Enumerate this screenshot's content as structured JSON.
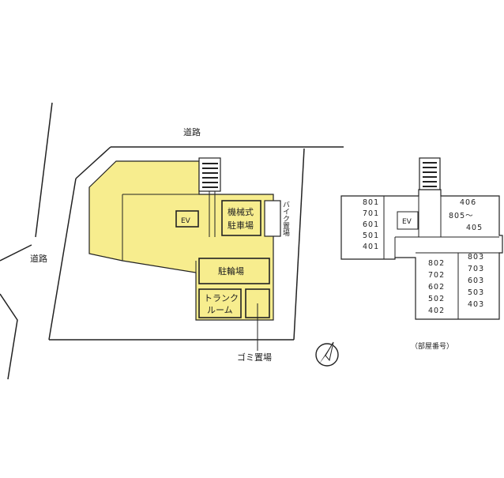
{
  "site": {
    "road_top": "道路",
    "road_left": "道路",
    "ev": "EV",
    "mechanical_parking": [
      "機械式",
      "駐車場"
    ],
    "bike_parking": "バイク置場",
    "bicycle_parking": "駐輪場",
    "trunk_room": [
      "トランク",
      "ルーム"
    ],
    "garbage": "ゴミ置場"
  },
  "floor": {
    "ev": "EV",
    "left_rooms": [
      "801",
      "701",
      "601",
      "501",
      "401"
    ],
    "top_right": [
      "406",
      "805〜",
      "405"
    ],
    "mid_rooms": [
      "802",
      "702",
      "602",
      "502",
      "402"
    ],
    "right_rooms": [
      "803",
      "703",
      "603",
      "503",
      "403"
    ],
    "caption": "（部屋番号）"
  },
  "colors": {
    "building_fill": "#f7ed8e",
    "line": "#222222"
  }
}
